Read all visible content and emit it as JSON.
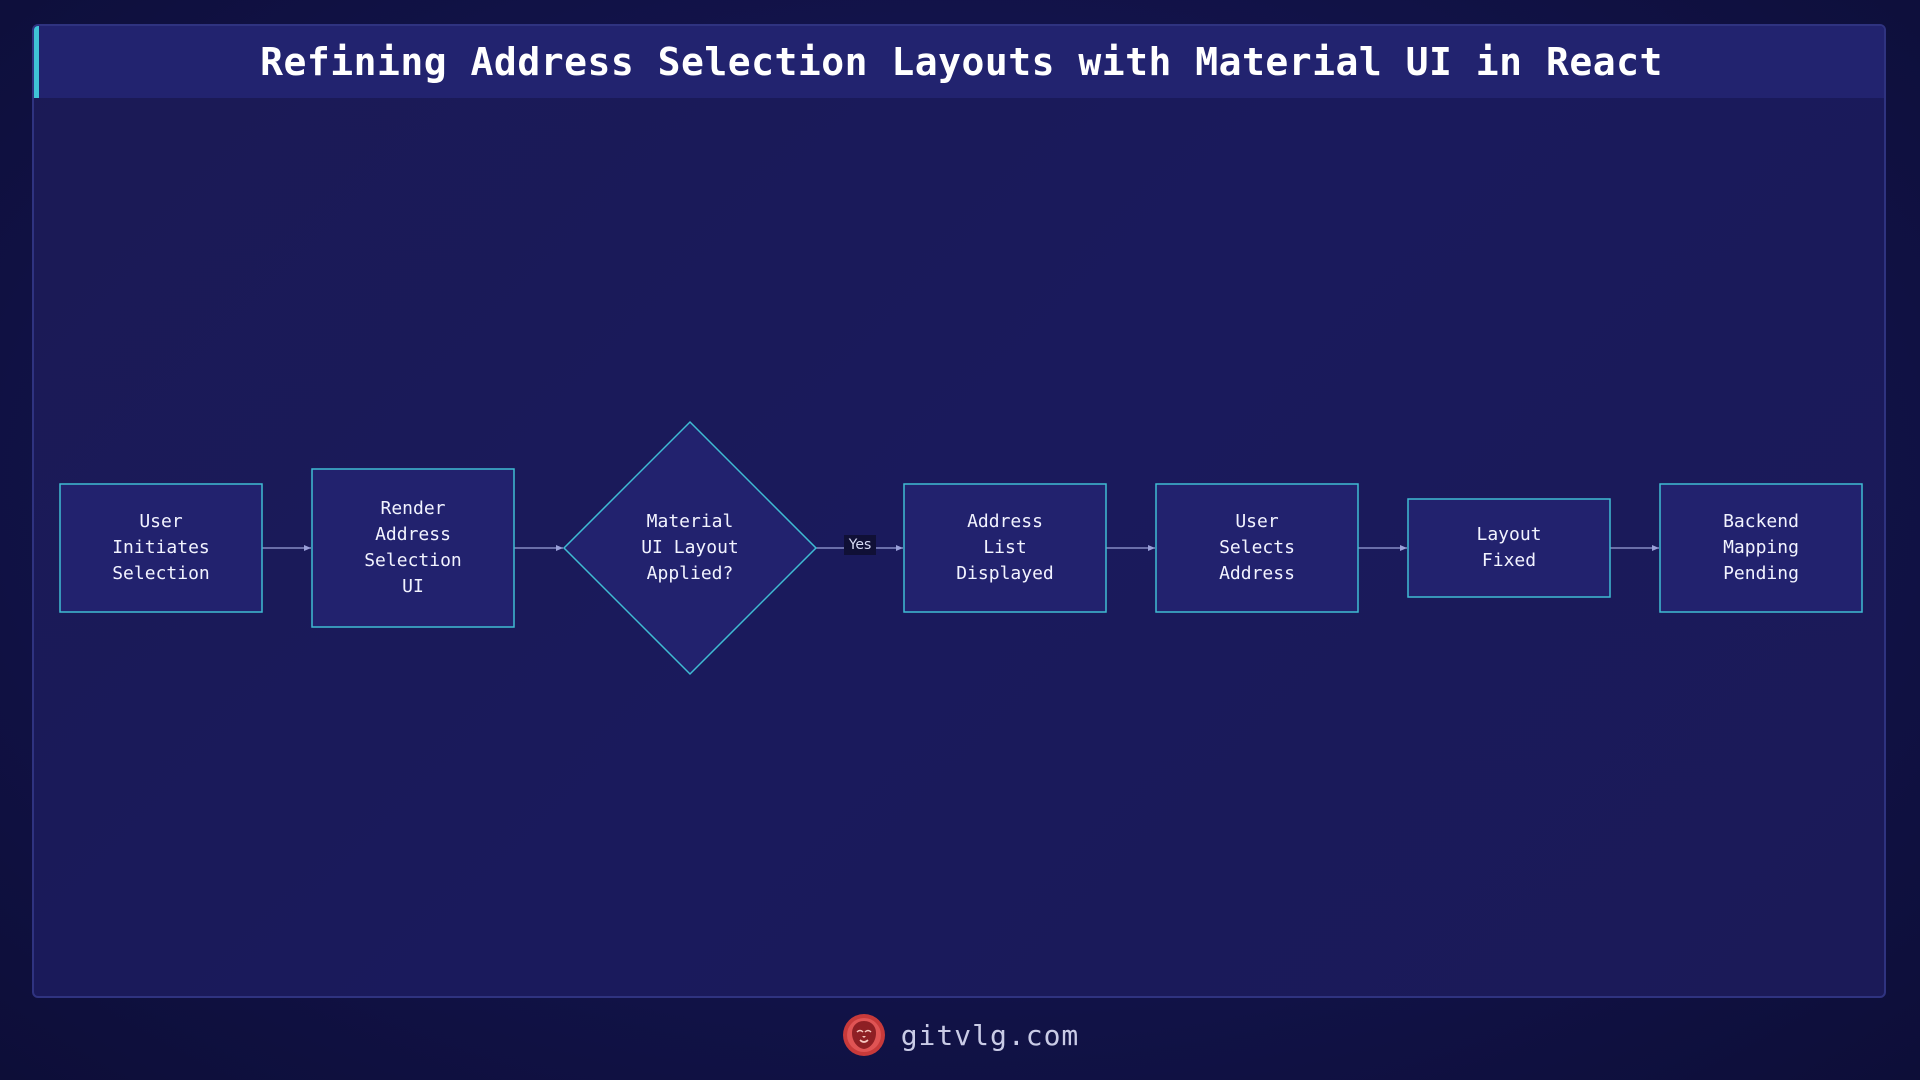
{
  "header": {
    "title": "Refining Address Selection Layouts with Material UI in React"
  },
  "diagram": {
    "nodes": [
      {
        "id": "n1",
        "shape": "rect",
        "lines": [
          "User",
          "Initiates",
          "Selection"
        ]
      },
      {
        "id": "n2",
        "shape": "rect",
        "lines": [
          "Render",
          "Address",
          "Selection",
          "UI"
        ]
      },
      {
        "id": "n3",
        "shape": "diamond",
        "lines": [
          "Material",
          "UI Layout",
          "Applied?"
        ]
      },
      {
        "id": "n4",
        "shape": "rect",
        "lines": [
          "Address",
          "List",
          "Displayed"
        ]
      },
      {
        "id": "n5",
        "shape": "rect",
        "lines": [
          "User",
          "Selects",
          "Address"
        ]
      },
      {
        "id": "n6",
        "shape": "rect",
        "lines": [
          "Layout",
          "Fixed"
        ]
      },
      {
        "id": "n7",
        "shape": "rect",
        "lines": [
          "Backend",
          "Mapping",
          "Pending"
        ]
      }
    ],
    "edges": [
      {
        "from": "n1",
        "to": "n2",
        "label": ""
      },
      {
        "from": "n2",
        "to": "n3",
        "label": ""
      },
      {
        "from": "n3",
        "to": "n4",
        "label": "Yes"
      },
      {
        "from": "n4",
        "to": "n5",
        "label": ""
      },
      {
        "from": "n5",
        "to": "n6",
        "label": ""
      },
      {
        "from": "n6",
        "to": "n7",
        "label": ""
      }
    ],
    "colors": {
      "node_fill": "#22226e",
      "node_stroke": "#3fbcd3",
      "edge": "#9aa0d8",
      "accent": "#3fc3d6"
    }
  },
  "footer": {
    "site": "gitvlg.com",
    "logo_icon": "lion-head-icon",
    "logo_color": "#d0413f"
  }
}
